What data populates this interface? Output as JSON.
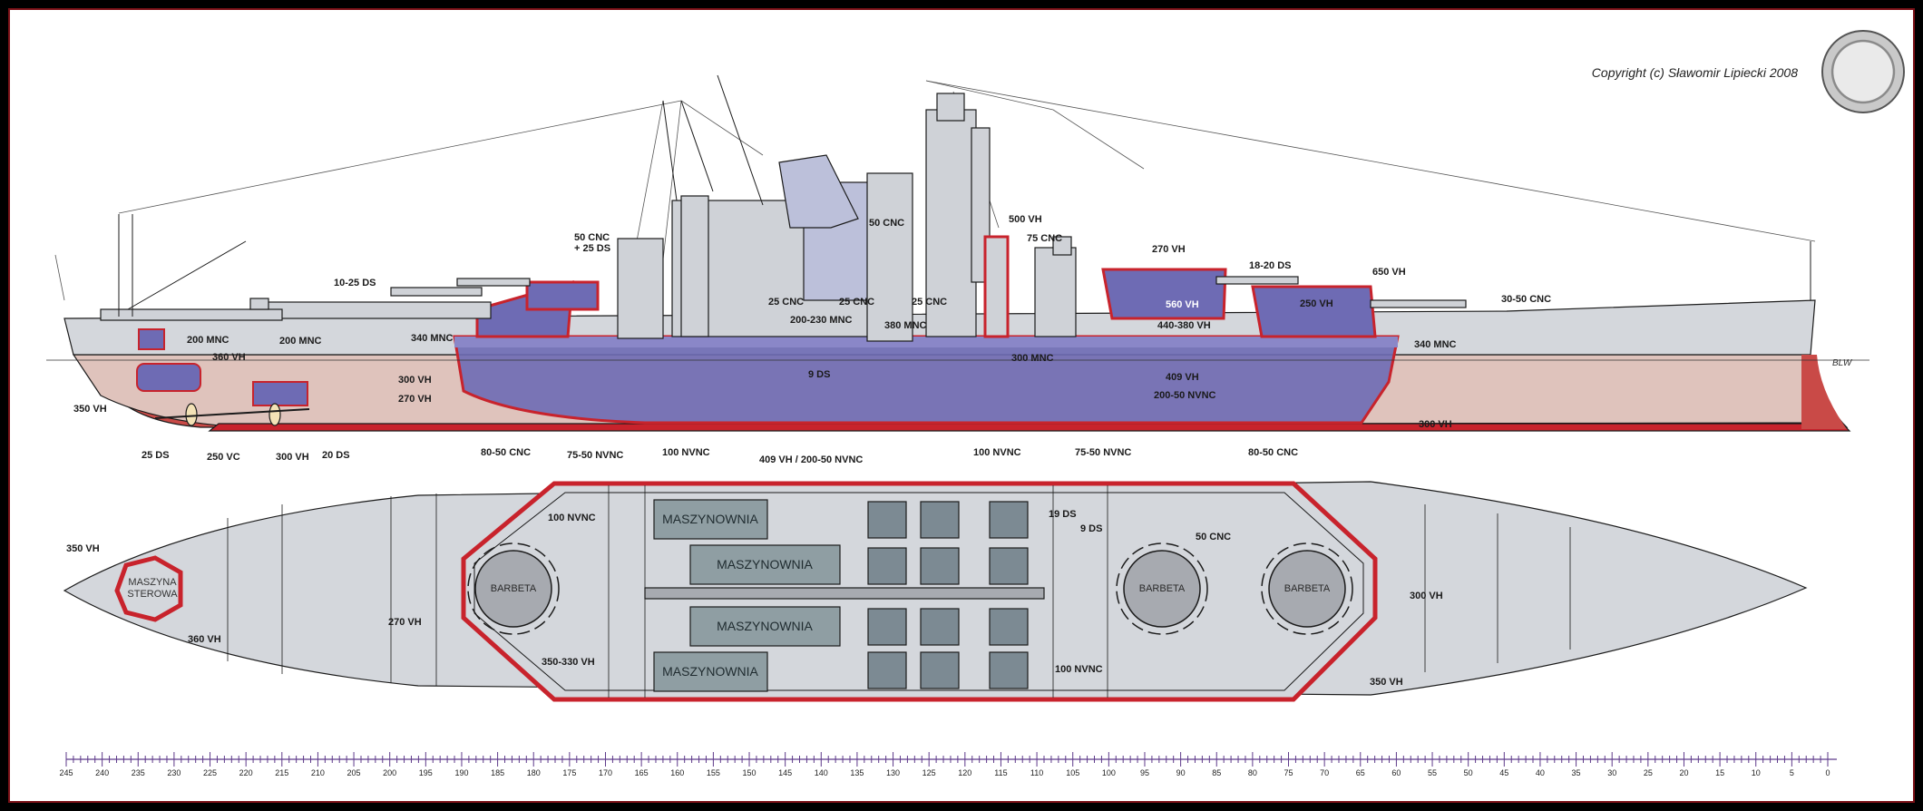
{
  "copyright": "Copyright (c) Sławomir Lipiecki 2008",
  "waterline_label": "BLW",
  "profile_labels": {
    "l_10_25ds": "10-25 DS",
    "l_50cnc_25ds": "50 CNC\n+ 25 DS",
    "l_50cnc_top": "50 CNC",
    "l_500vh": "500 VH",
    "l_75cnc": "75 CNC",
    "l_270vh_top": "270 VH",
    "l_18_20ds": "18-20 DS",
    "l_650vh": "650 VH",
    "l_30_50cnc": "30-50 CNC",
    "l_200mnc_a": "200 MNC",
    "l_200mnc_b": "200 MNC",
    "l_360vh": "360 VH",
    "l_340mnc_l": "340 MNC",
    "l_340mnc_r": "340 MNC",
    "l_300vh_l": "300 VH",
    "l_270vh_l": "270 VH",
    "l_350vh_p": "350 VH",
    "l_25cnc_1": "25 CNC",
    "l_25cnc_2": "25 CNC",
    "l_25cnc_3": "25 CNC",
    "l_200_230": "200-230 MNC",
    "l_380mnc": "380 MNC",
    "l_9ds": "9 DS",
    "l_300mnc": "300 MNC",
    "l_560vh": "560 VH",
    "l_440_380": "440-380 VH",
    "l_250vh": "250 VH",
    "l_409vh": "409 VH",
    "l_200_50nvnc": "200-50 NVNC",
    "l_300vh_r": "300 VH",
    "l_25ds": "25 DS",
    "l_250vc": "250 VC",
    "l_300vh_b": "300 VH",
    "l_20ds": "20 DS",
    "l_80_50_l": "80-50 CNC",
    "l_75_50_l": "75-50 NVNC",
    "l_100nvnc_l": "100 NVNC",
    "l_100nvnc_r": "100 NVNC",
    "l_75_50_r": "75-50 NVNC",
    "l_80_50_r": "80-50 CNC"
  },
  "plan_labels": {
    "l_409_200": "409 VH / 200-50 NVNC",
    "l_100nvnc_top": "100 NVNC",
    "l_19ds": "19 DS",
    "l_9ds": "9 DS",
    "l_50cnc": "50 CNC",
    "l_350vh_l": "350 VH",
    "l_360vh": "360 VH",
    "l_270vh": "270 VH",
    "l_350_330": "350-330 VH",
    "l_100nvnc_bot": "100 NVNC",
    "l_300vh": "300 VH",
    "l_350vh_r": "350 VH"
  },
  "rooms": {
    "steering": "MASZYNA\nSTEROWA",
    "engine_1": "MASZYNOWNIA",
    "engine_2": "MASZYNOWNIA",
    "engine_3": "MASZYNOWNIA",
    "engine_4": "MASZYNOWNIA",
    "barbeta_aft": "BARBETA",
    "barbeta_fwd1": "BARBETA",
    "barbeta_fwd2": "BARBETA"
  },
  "scale": {
    "labels": [
      "245",
      "240",
      "235",
      "230",
      "225",
      "220",
      "215",
      "210",
      "205",
      "200",
      "195",
      "190",
      "185",
      "180",
      "175",
      "170",
      "165",
      "160",
      "155",
      "150",
      "145",
      "140",
      "135",
      "130",
      "125",
      "120",
      "115",
      "110",
      "105",
      "100",
      "95",
      "90",
      "85",
      "80",
      "75",
      "70",
      "65",
      "60",
      "55",
      "50",
      "45",
      "40",
      "35",
      "30",
      "25",
      "20",
      "15",
      "10",
      "5",
      "0"
    ]
  },
  "colors": {
    "hull_grey": "#d4d7dc",
    "armor_red": "#c8232c",
    "citadel_blue": "#6e6bb4",
    "lower_pink": "#dfc3bc",
    "bottom_red": "#c94a47",
    "engine_room": "#8f9ea3",
    "ink": "#1b1b1b"
  }
}
